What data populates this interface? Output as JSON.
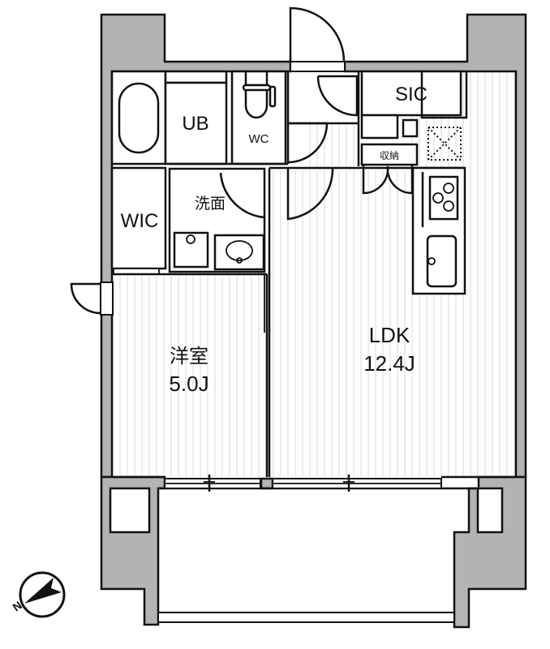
{
  "floorplan": {
    "rooms": {
      "ub": {
        "label": "UB"
      },
      "wc": {
        "label": "WC"
      },
      "sic": {
        "label": "SIC"
      },
      "storage": {
        "label": "収納"
      },
      "washroom": {
        "label": "洗面"
      },
      "wic": {
        "label": "WIC"
      },
      "western_room": {
        "label": "洋室",
        "size": "5.0J"
      },
      "ldk": {
        "label": "LDK",
        "size": "12.4J"
      }
    },
    "compass": {
      "label": "N",
      "icon": "north-arrow-icon"
    },
    "colors": {
      "wall": "#b3b3b3",
      "line": "#111111",
      "floor_stripe": "#d9d9d9"
    }
  }
}
